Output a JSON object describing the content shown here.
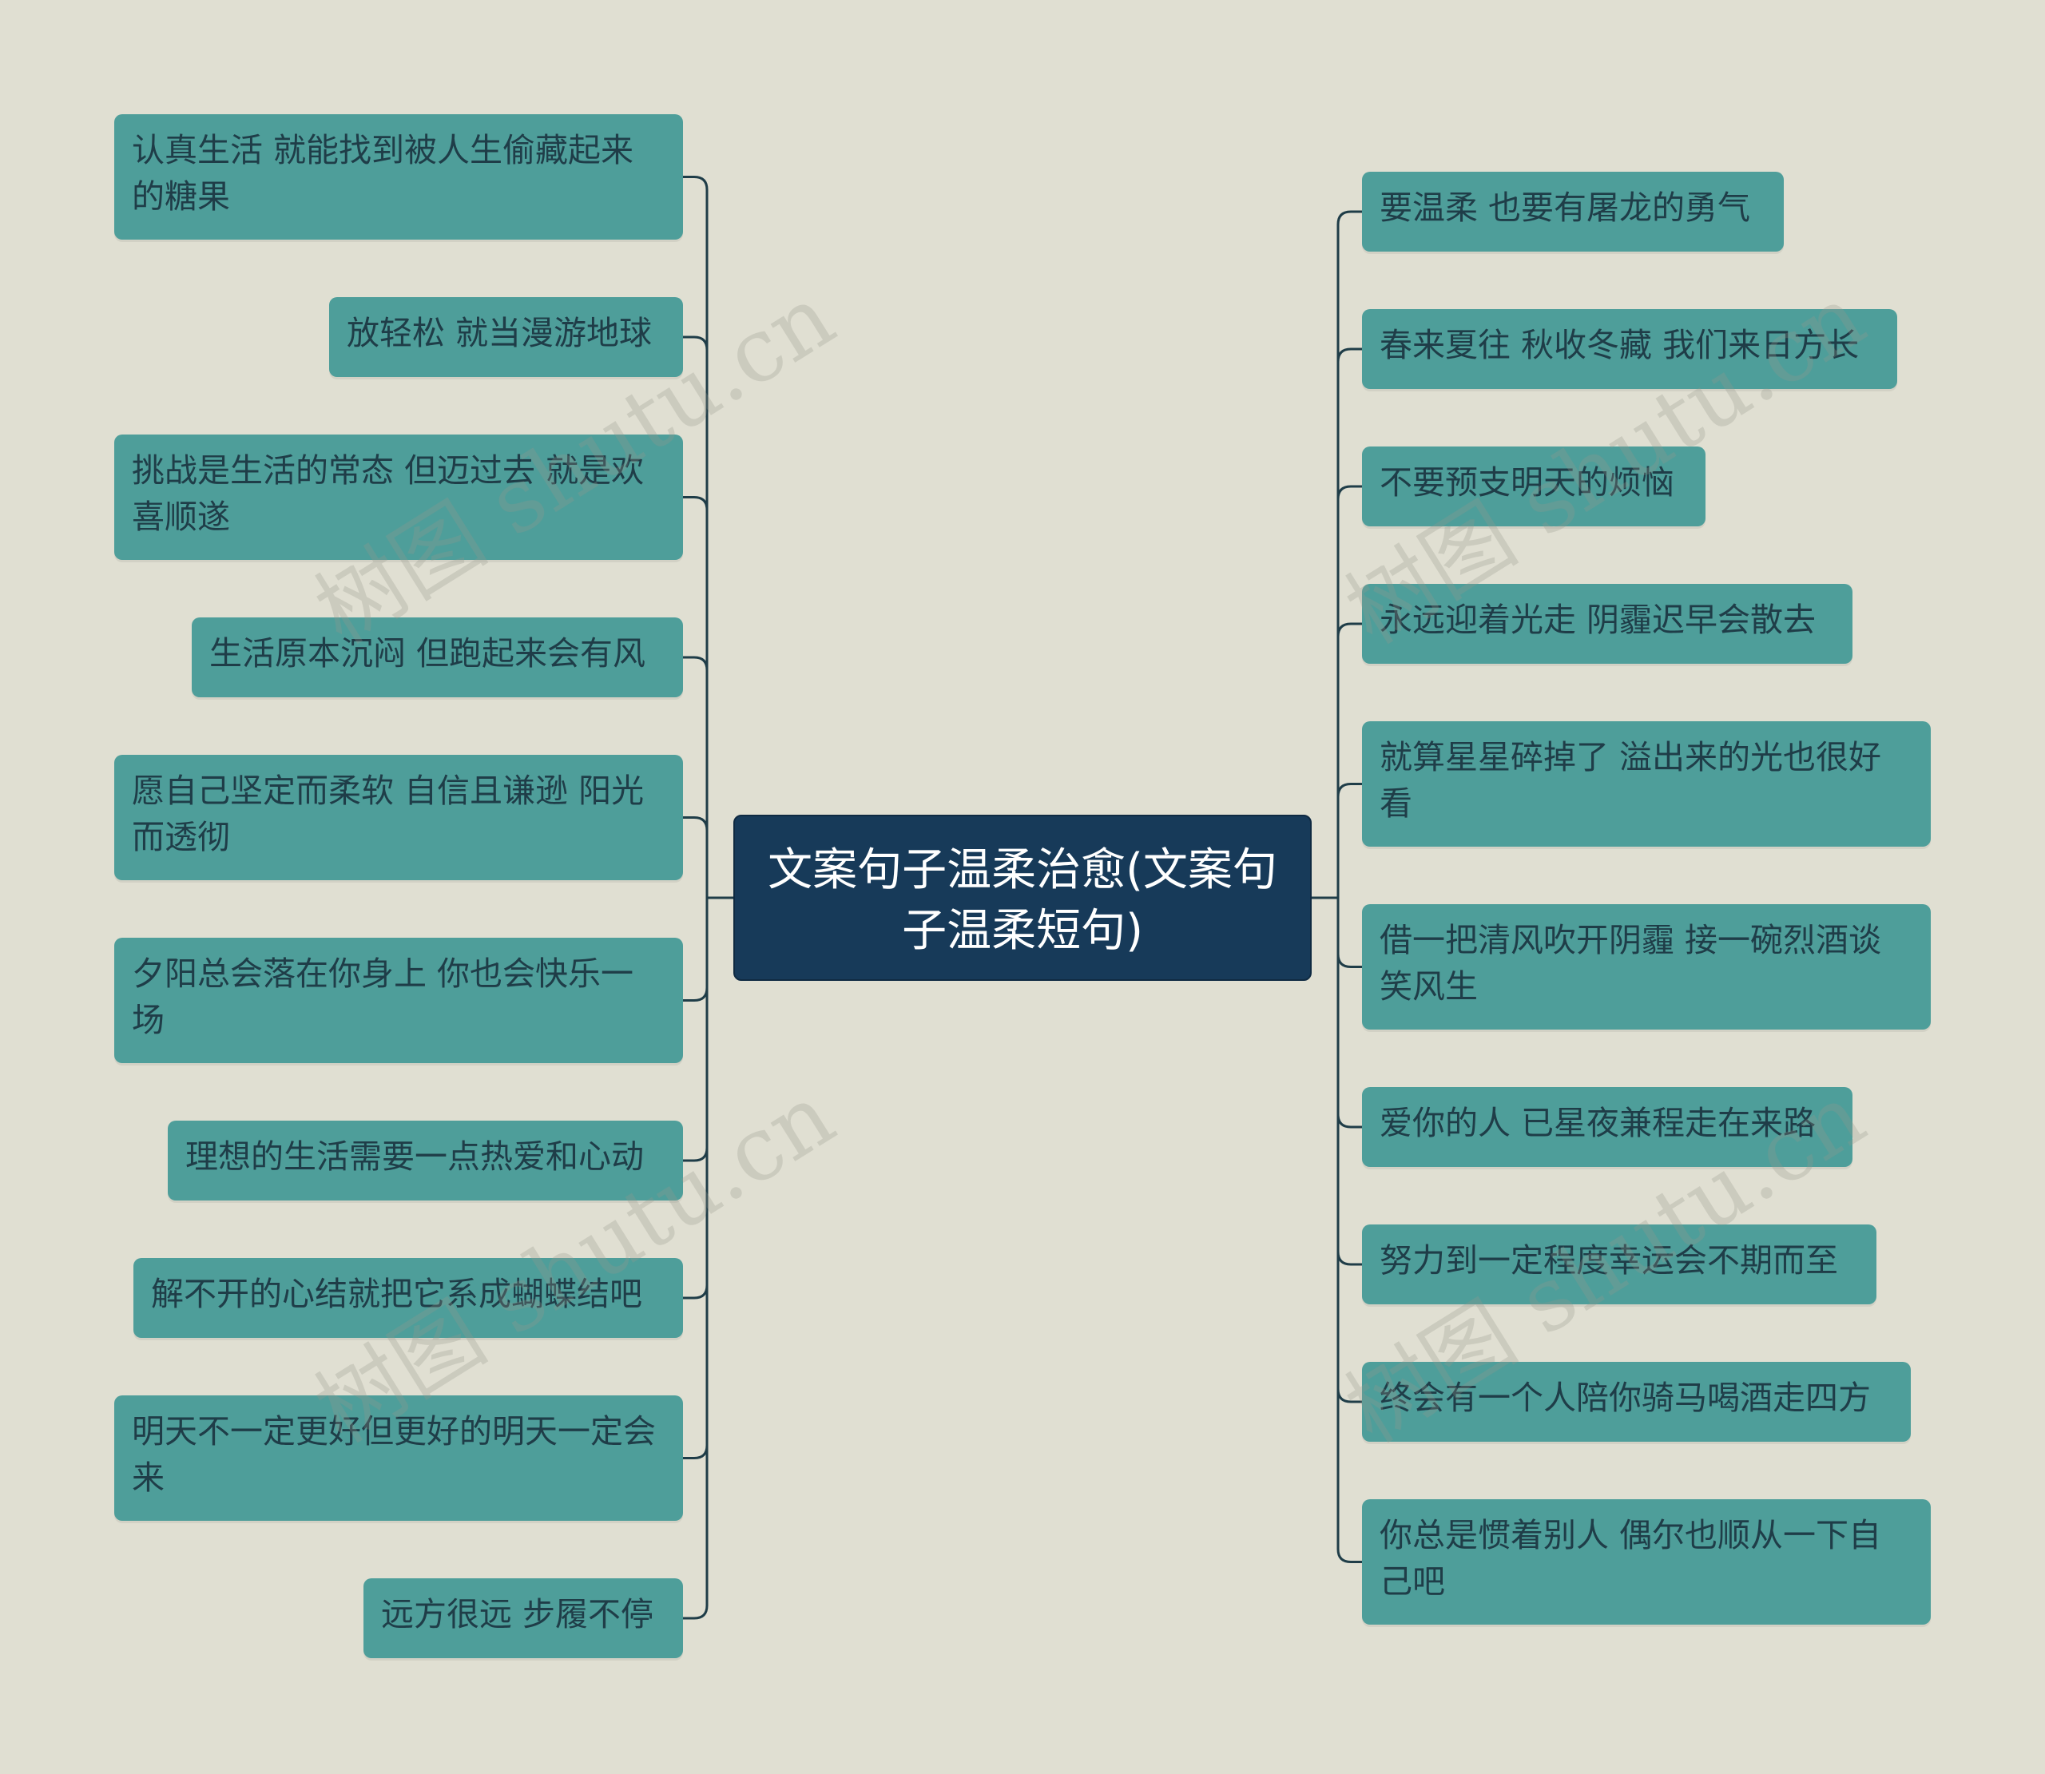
{
  "central": {
    "title": "文案句子温柔治愈(文案句子温柔短句)"
  },
  "left_branches": [
    "认真生活 就能找到被人生偷藏起来的糖果",
    "放轻松 就当漫游地球",
    "挑战是生活的常态 但迈过去 就是欢喜顺遂",
    "生活原本沉闷 但跑起来会有风",
    "愿自己坚定而柔软 自信且谦逊 阳光而透彻",
    "夕阳总会落在你身上 你也会快乐一场",
    "理想的生活需要一点热爱和心动",
    "解不开的心结就把它系成蝴蝶结吧",
    "明天不一定更好但更好的明天一定会来",
    "远方很远 步履不停"
  ],
  "right_branches": [
    "要温柔 也要有屠龙的勇气",
    "春来夏往 秋收冬藏 我们来日方长",
    "不要预支明天的烦恼",
    "永远迎着光走 阴霾迟早会散去",
    "就算星星碎掉了 溢出来的光也很好看",
    "借一把清风吹开阴霾 接一碗烈酒谈笑风生",
    "爱你的人 已星夜兼程走在来路",
    "努力到一定程度幸运会不期而至",
    "终会有一个人陪你骑马喝酒走四方",
    "你总是惯着别人 偶尔也顺从一下自己吧"
  ],
  "watermark": "树图 shutu.cn",
  "colors": {
    "background": "#e0dfd2",
    "node": "#4e9e9a",
    "node_text": "#1f3d48",
    "central": "#173a59",
    "line": "#1f3d48"
  }
}
